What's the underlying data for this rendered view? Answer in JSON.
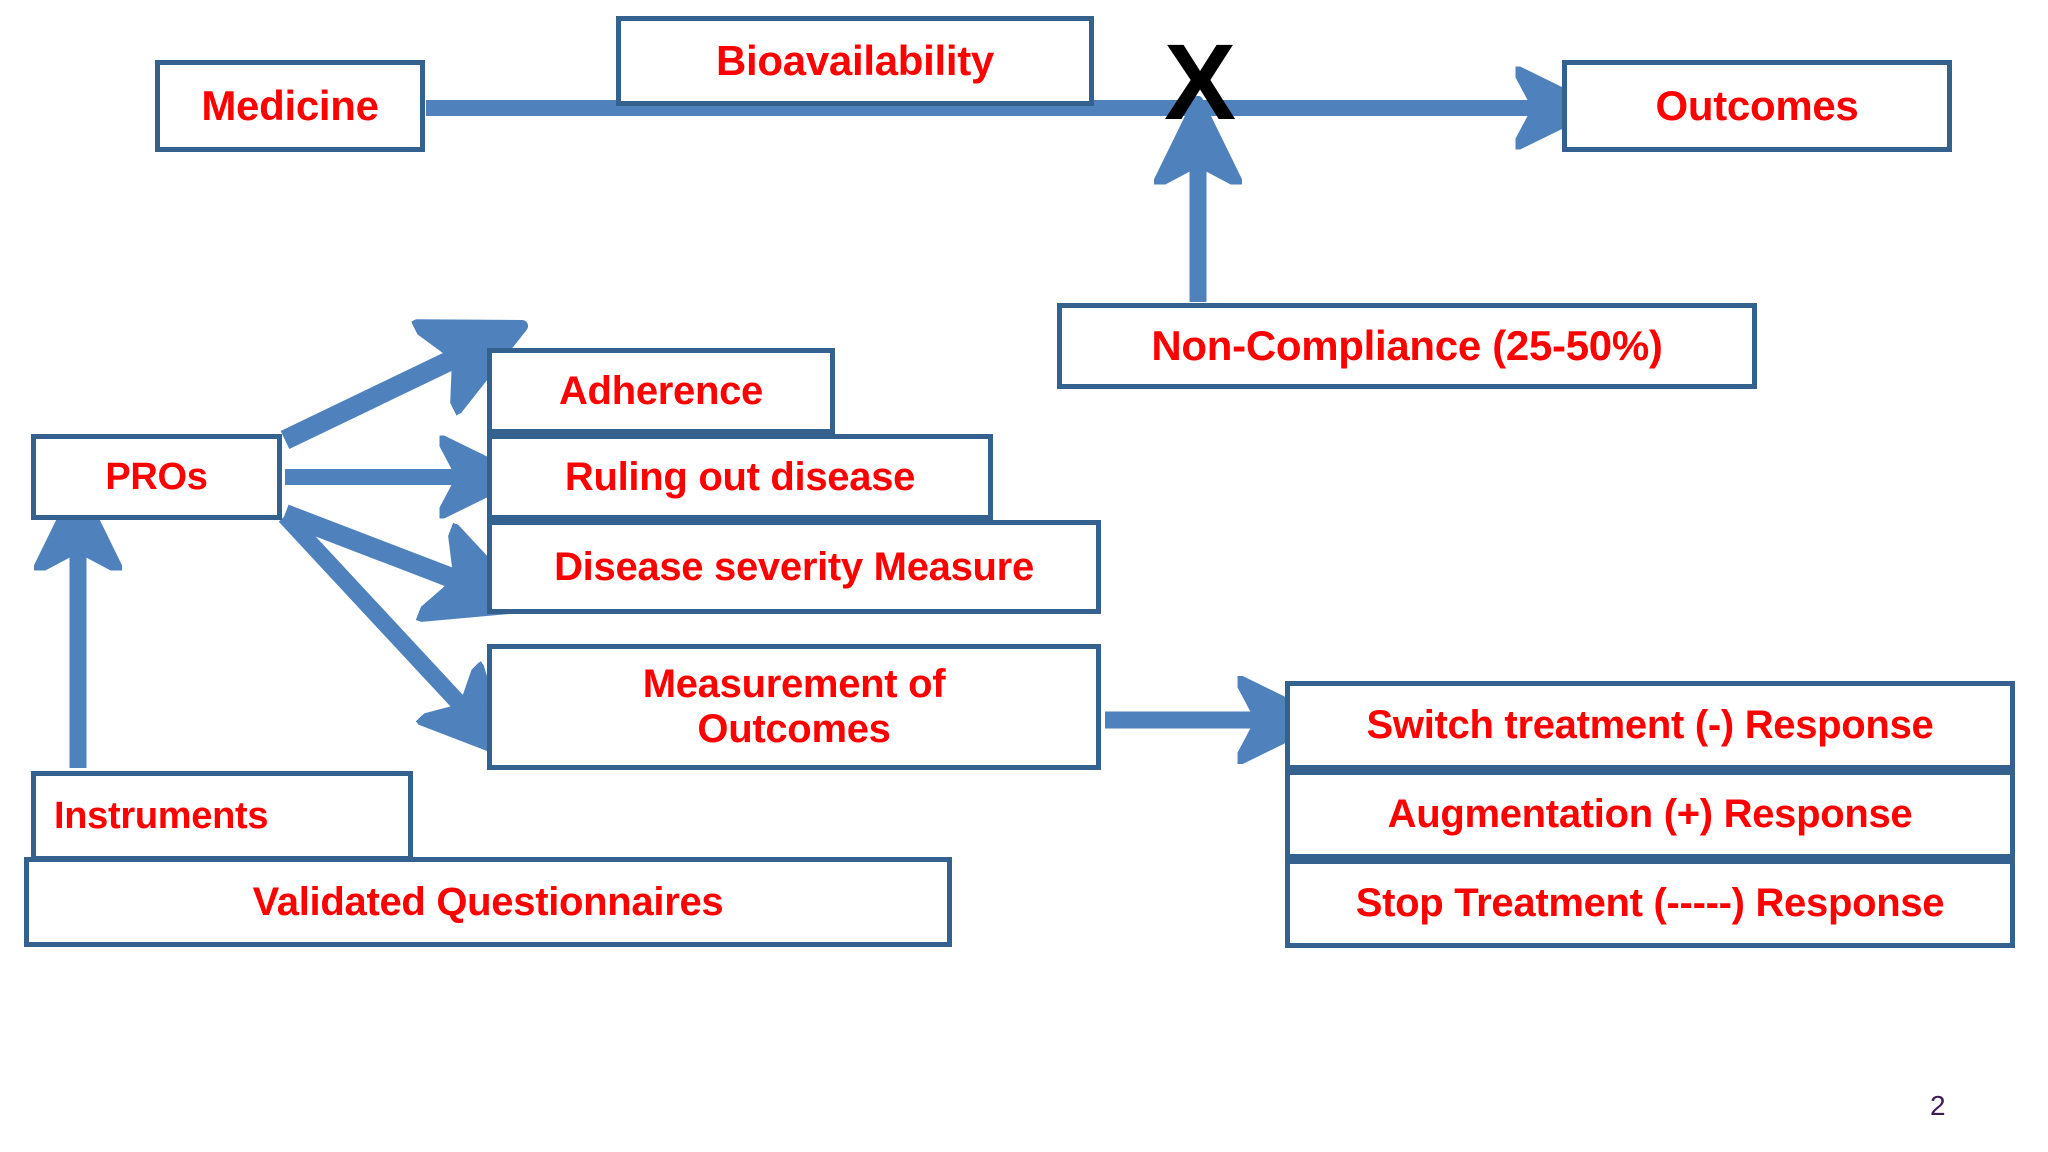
{
  "slide": {
    "page_number": "2",
    "accent_color": "#4f81bd",
    "border_color": "#35618e",
    "text_color": "#ff0000",
    "x_mark_color": "#000000",
    "x_mark_glyph": "X",
    "background": "#ffffff"
  },
  "boxes": {
    "medicine": "Medicine",
    "bioavailability": "Bioavailability",
    "outcomes": "Outcomes",
    "non_compliance": "Non-Compliance (25-50%)",
    "pros": "PROs",
    "adherence": "Adherence",
    "ruling_out_disease": "Ruling out disease",
    "disease_severity": "Disease severity Measure",
    "measurement_of_outcomes_line1": "Measurement of",
    "measurement_of_outcomes_line2": "Outcomes",
    "instruments": "Instruments",
    "validated_questionnaires": "Validated Questionnaires",
    "switch_treatment": "Switch treatment  (-)  Response",
    "augmentation": "Augmentation        (+) Response",
    "stop_treatment": "Stop Treatment (-----) Response"
  },
  "connectors": [
    {
      "name": "medicine-to-outcomes",
      "from": "Medicine",
      "to": "Outcomes",
      "style": "horizontal-arrow",
      "blocked_by": "X"
    },
    {
      "name": "non-compliance-to-x",
      "from": "Non-Compliance (25-50%)",
      "to": "X",
      "style": "vertical-up-arrow"
    },
    {
      "name": "instruments-to-pros",
      "from": "Instruments",
      "to": "PROs",
      "style": "vertical-up-arrow"
    },
    {
      "name": "pros-to-adherence",
      "from": "PROs",
      "to": "Adherence",
      "style": "diagonal-up-arrow"
    },
    {
      "name": "pros-to-ruling-out-disease",
      "from": "PROs",
      "to": "Ruling out disease",
      "style": "horizontal-arrow"
    },
    {
      "name": "pros-to-disease-severity",
      "from": "PROs",
      "to": "Disease severity Measure",
      "style": "diagonal-down-arrow"
    },
    {
      "name": "pros-to-measurement-of-outcomes",
      "from": "PROs",
      "to": "Measurement of Outcomes",
      "style": "diagonal-down-arrow"
    },
    {
      "name": "measurement-to-switch-treatment",
      "from": "Measurement of Outcomes",
      "to": "Switch treatment  (-)  Response",
      "style": "horizontal-arrow"
    }
  ]
}
